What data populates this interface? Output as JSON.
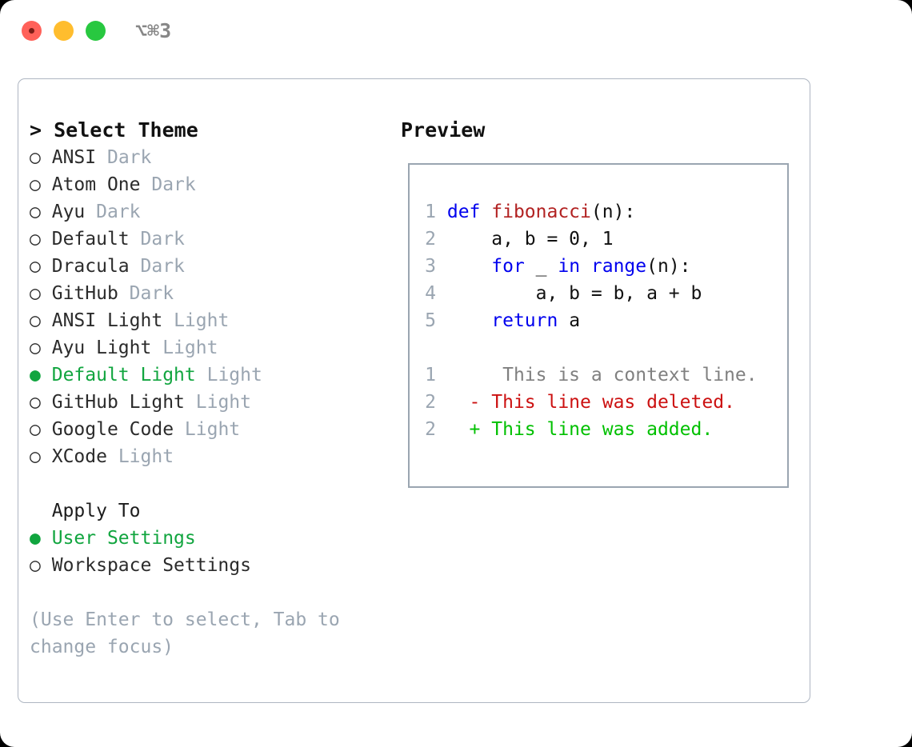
{
  "titlebar": {
    "shortcut": "⌥⌘3",
    "buttons": [
      {
        "name": "close",
        "color": "#ff6159"
      },
      {
        "name": "minimize",
        "color": "#ffbd2e"
      },
      {
        "name": "maximize",
        "color": "#28c840"
      }
    ]
  },
  "colors": {
    "selected_green": "#11a53f",
    "muted_gray": "#9aa5b1",
    "keyword_blue": "#0000ee",
    "function_red": "#b22222",
    "diff_deleted": "#cc1111",
    "diff_added": "#00c000",
    "border": "#aeb6c2"
  },
  "theme_selector": {
    "heading_prefix": ">",
    "heading": "Select Theme",
    "marker_selected": "●",
    "marker_unselected": "○",
    "items": [
      {
        "name": "ANSI",
        "category": "Dark",
        "selected": false
      },
      {
        "name": "Atom One",
        "category": "Dark",
        "selected": false
      },
      {
        "name": "Ayu",
        "category": "Dark",
        "selected": false
      },
      {
        "name": "Default",
        "category": "Dark",
        "selected": false
      },
      {
        "name": "Dracula",
        "category": "Dark",
        "selected": false
      },
      {
        "name": "GitHub",
        "category": "Dark",
        "selected": false
      },
      {
        "name": "ANSI Light",
        "category": "Light",
        "selected": false
      },
      {
        "name": "Ayu Light",
        "category": "Light",
        "selected": false
      },
      {
        "name": "Default Light",
        "category": "Light",
        "selected": true
      },
      {
        "name": "GitHub Light",
        "category": "Light",
        "selected": false
      },
      {
        "name": "Google Code",
        "category": "Light",
        "selected": false
      },
      {
        "name": "XCode",
        "category": "Light",
        "selected": false
      }
    ]
  },
  "apply_to": {
    "heading": "Apply To",
    "items": [
      {
        "label": "User Settings",
        "selected": true
      },
      {
        "label": "Workspace Settings",
        "selected": false
      }
    ]
  },
  "hint": "(Use Enter to select, Tab to change focus)",
  "preview": {
    "title": "Preview",
    "code_lines": [
      {
        "num": "1",
        "tokens": [
          {
            "t": "def ",
            "c": "kw"
          },
          {
            "t": "fibonacci",
            "c": "fn"
          },
          {
            "t": "(n):",
            "c": "plain"
          }
        ]
      },
      {
        "num": "2",
        "tokens": [
          {
            "t": "    a, b = 0, 1",
            "c": "plain"
          }
        ]
      },
      {
        "num": "3",
        "tokens": [
          {
            "t": "    for",
            "c": "kw"
          },
          {
            "t": " _ ",
            "c": "plain"
          },
          {
            "t": "in ",
            "c": "kw"
          },
          {
            "t": "range",
            "c": "kw"
          },
          {
            "t": "(n):",
            "c": "plain"
          }
        ]
      },
      {
        "num": "4",
        "tokens": [
          {
            "t": "        a, b = b, a + b",
            "c": "plain"
          }
        ]
      },
      {
        "num": "5",
        "tokens": [
          {
            "t": "    return",
            "c": "kw"
          },
          {
            "t": " a",
            "c": "plain"
          }
        ]
      }
    ],
    "diff_lines": [
      {
        "num": "1",
        "sign": " ",
        "text": "  This is a context line.",
        "kind": "ctx"
      },
      {
        "num": "2",
        "sign": "-",
        "text": " This line was deleted.",
        "kind": "del"
      },
      {
        "num": "2",
        "sign": "+",
        "text": " This line was added.",
        "kind": "add"
      }
    ]
  }
}
